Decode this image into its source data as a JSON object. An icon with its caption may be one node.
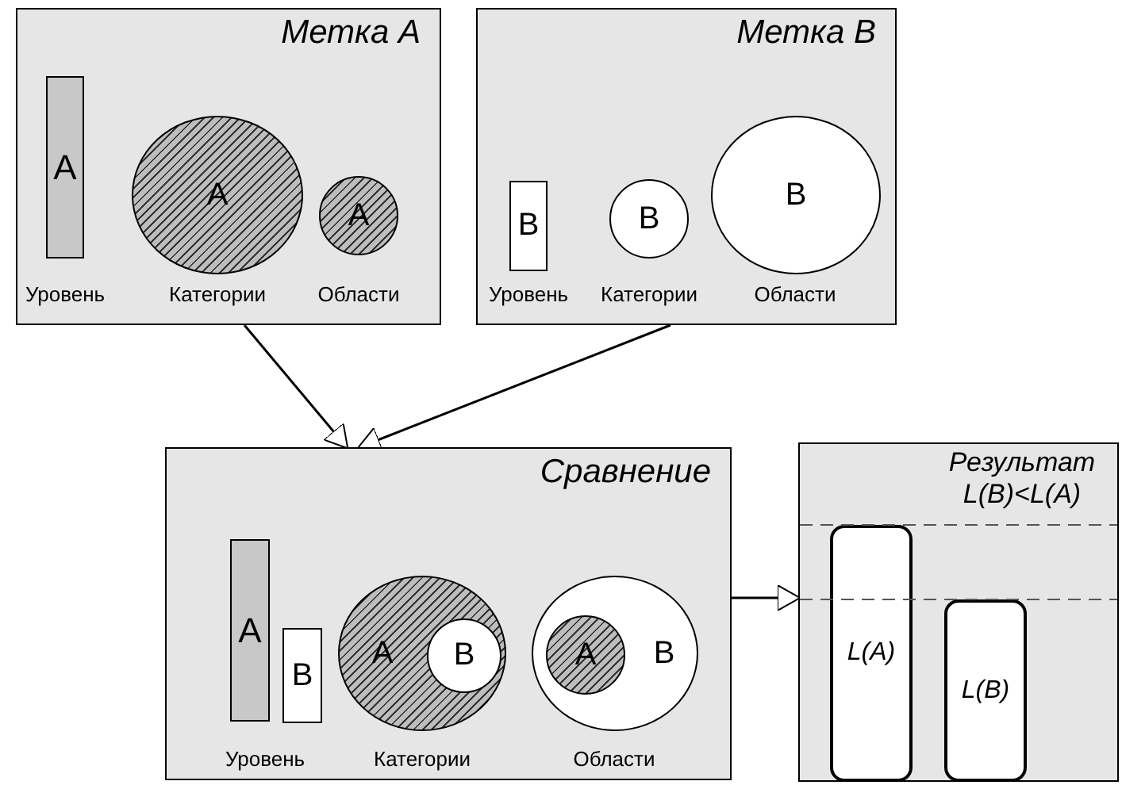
{
  "diagram": {
    "nodes": [
      {
        "text": [
          "Метка A"
        ]
      },
      {
        "text": [
          "A"
        ],
        "in": 0,
        "beside": [
          "Уровень"
        ]
      },
      {
        "text": [
          "A"
        ],
        "in": 0,
        "beside": [
          "Категории"
        ]
      },
      {
        "text": [
          "A"
        ],
        "in": 0,
        "beside": [
          "Области"
        ]
      },
      {
        "text": [
          "Метка B"
        ]
      },
      {
        "text": [
          "B"
        ],
        "in": 4,
        "beside": [
          "Уровень"
        ]
      },
      {
        "text": [
          "B"
        ],
        "in": 4,
        "beside": [
          "Категории"
        ]
      },
      {
        "text": [
          "B"
        ],
        "in": 4,
        "beside": [
          "Области"
        ]
      },
      {
        "text": [
          "Сравнение"
        ]
      },
      {
        "text": [
          "A"
        ],
        "in": 8,
        "beside": [
          "Уровень"
        ]
      },
      {
        "text": [
          "B"
        ],
        "in": 8
      },
      {
        "text": [
          "A"
        ],
        "in": 8,
        "beside": [
          "Категории"
        ]
      },
      {
        "text": [
          "B"
        ],
        "in": 11
      },
      {
        "text": [
          "B"
        ],
        "in": 8,
        "beside": [
          "Области"
        ]
      },
      {
        "text": [
          "A"
        ],
        "in": 13
      },
      {
        "text": [
          "Результат L(B)<L(A)"
        ]
      },
      {
        "text": [
          "L(A)"
        ],
        "in": 15
      },
      {
        "text": [
          "L(B)"
        ],
        "in": 15
      }
    ],
    "edges": [
      {
        "from": 0,
        "to": 8,
        "arrow": "to"
      },
      {
        "from": 4,
        "to": 8,
        "arrow": "to"
      },
      {
        "from": 8,
        "to": 15,
        "arrow": "to"
      }
    ]
  }
}
